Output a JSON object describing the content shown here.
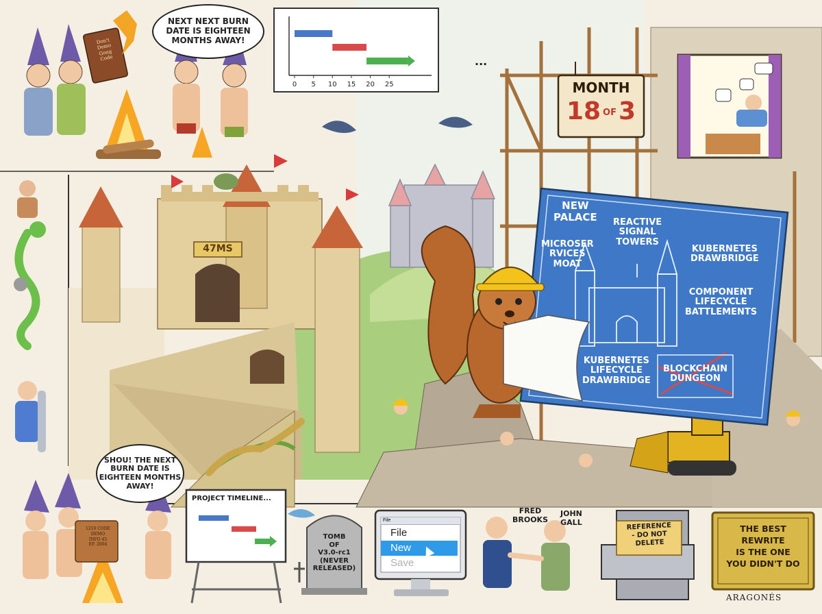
{
  "speech": {
    "top": [
      "NEXT NEXT BURN",
      "DATE IS EIGHTEEN",
      "MONTHS AWAY!"
    ],
    "bottom": [
      "SHOU! THE NEXT",
      "BURN DATE IS",
      "EIGHTEEN MONTHS",
      "AWAY!"
    ]
  },
  "books": {
    "top": [
      "Don't",
      "Demo",
      "Gong",
      "Code"
    ],
    "bottom": [
      "1210 CODE",
      "DEMO",
      "INFO 45",
      "EF. 2004"
    ]
  },
  "gantt": {
    "ticks": [
      "0",
      "5",
      "10",
      "15",
      "20",
      "25"
    ],
    "bars": [
      {
        "start": 0,
        "end": 10,
        "color": "#4a78c8"
      },
      {
        "start": 10,
        "end": 19,
        "color": "#d94a4a"
      },
      {
        "start": 19,
        "end": 30,
        "color": "#4caf50"
      }
    ],
    "ellipsis": "..."
  },
  "castle": {
    "gate_sign": "47MS"
  },
  "month_sign": {
    "title": "MONTH",
    "current": "18",
    "of": "OF",
    "total": "3"
  },
  "blueprint": {
    "title": [
      "NEW",
      "PALACE"
    ],
    "labels": {
      "microservices": [
        "MICROSER",
        "RVICES",
        "MOAT"
      ],
      "signal": [
        "REACTIVE",
        "SIGNAL",
        "TOWERS"
      ],
      "kube_top": [
        "KUBERNETES",
        "DRAWBRIDGE"
      ],
      "component": [
        "COMPONENT",
        "LIFECYCLE",
        "BATTLEMENTS"
      ],
      "kube_bottom": [
        "KUBERNETES",
        "LIFECYCLE",
        "DRAWBRIDGE"
      ],
      "blockchain": [
        "BLOCKCHAIN",
        "DUNGEON"
      ]
    }
  },
  "whiteboard": {
    "title": "PROJECT TIMELINE..."
  },
  "tomb": {
    "lines": [
      "TOMB",
      "OF",
      "V3.0-rc1",
      "(NEVER",
      "RELEASED)"
    ]
  },
  "monitor": {
    "window_title": "File",
    "items": [
      "File",
      "New",
      "Save"
    ],
    "selected": 1
  },
  "people": {
    "left": [
      "FRED",
      "BROOKS"
    ],
    "right": [
      "JOHN",
      "GALL"
    ]
  },
  "folder": {
    "label": [
      "REFERENCE",
      "- DO NOT",
      "DELETE"
    ]
  },
  "plaque": {
    "lines": [
      "THE BEST",
      "REWRITE",
      "IS THE ONE",
      "YOU DIDN'T DO"
    ]
  },
  "signature": "ARAGONÉS",
  "colors": {
    "blueprint": "#3f78c6",
    "blueprint_dark": "#2c5ea6",
    "sign_red": "#c0392b",
    "plaque_gold": "#d9b84a",
    "selection": "#2f9be8"
  }
}
